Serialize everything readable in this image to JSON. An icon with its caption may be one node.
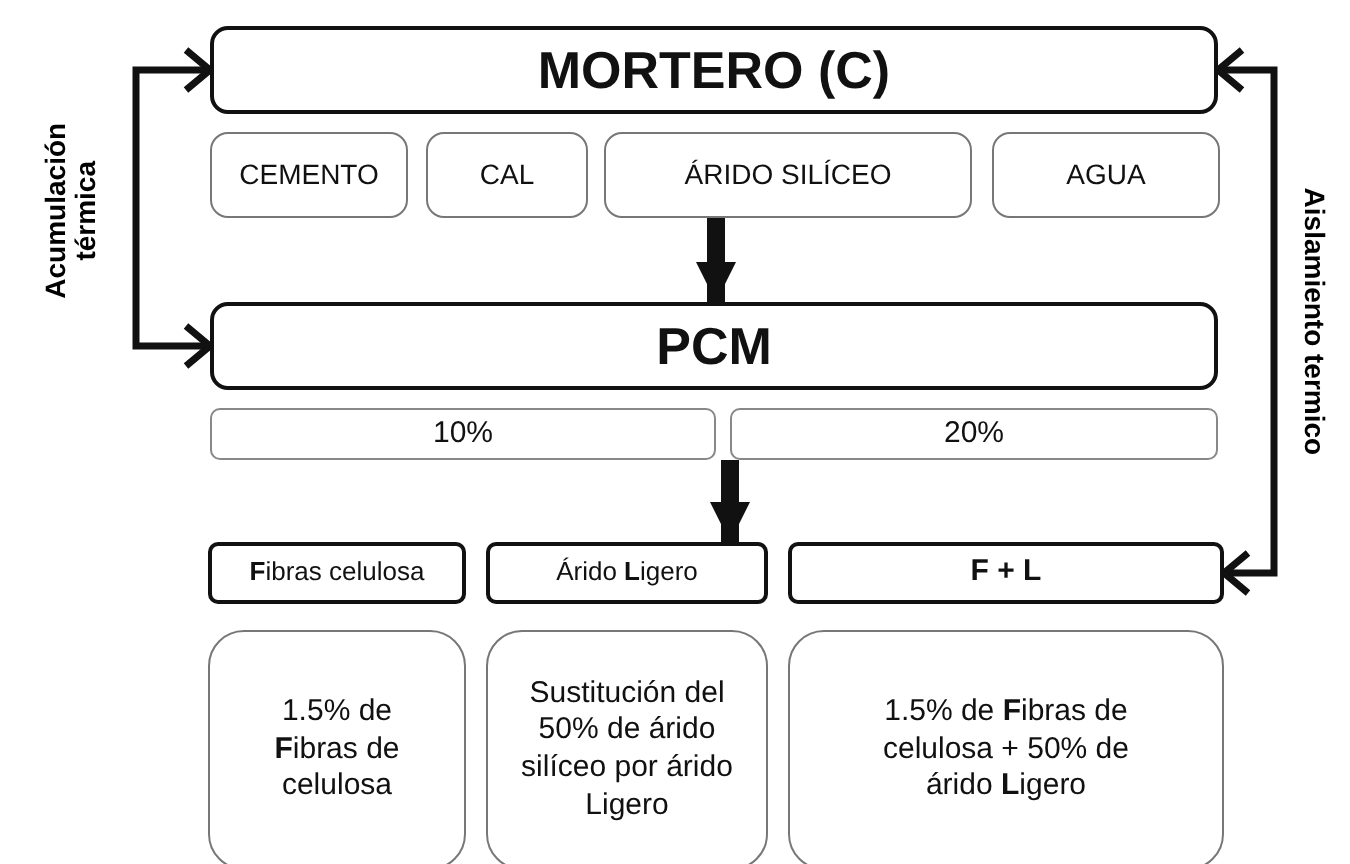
{
  "diagram": {
    "nodes": [
      {
        "text": [
          "MORTERO (C)"
        ]
      },
      {
        "text": [
          "CEMENTO"
        ]
      },
      {
        "text": [
          "CAL"
        ]
      },
      {
        "text": [
          "ÁRIDO SILÍCEO"
        ]
      },
      {
        "text": [
          "AGUA"
        ]
      },
      {
        "text": [
          "PCM"
        ]
      },
      {
        "text": [
          "10%"
        ]
      },
      {
        "text": [
          "20%"
        ]
      },
      {
        "text": [
          "**F**ibras celulosa"
        ]
      },
      {
        "text": [
          "Árido **L**igero"
        ]
      },
      {
        "text": [
          "F + L"
        ]
      },
      {
        "text": [
          "1.5% de **F**ibras de celulosa"
        ]
      },
      {
        "text": [
          "Sustitución del 50% de árido silíceo por árido Ligero"
        ]
      },
      {
        "text": [
          "1.5% de **F**ibras de celulosa + 50% de árido **L**igero"
        ]
      }
    ],
    "edges": [
      {
        "from": 3,
        "to": 5,
        "arrow": "to",
        "style": "thick"
      },
      {
        "from": 7,
        "to": 9,
        "arrow": "to",
        "style": "thick"
      },
      {
        "from": 0,
        "to": 5,
        "arrow": "both",
        "label": "Acumulación térmica"
      },
      {
        "from": 10,
        "to": 0,
        "arrow": "both",
        "label": "Aislamiento termico"
      }
    ]
  }
}
